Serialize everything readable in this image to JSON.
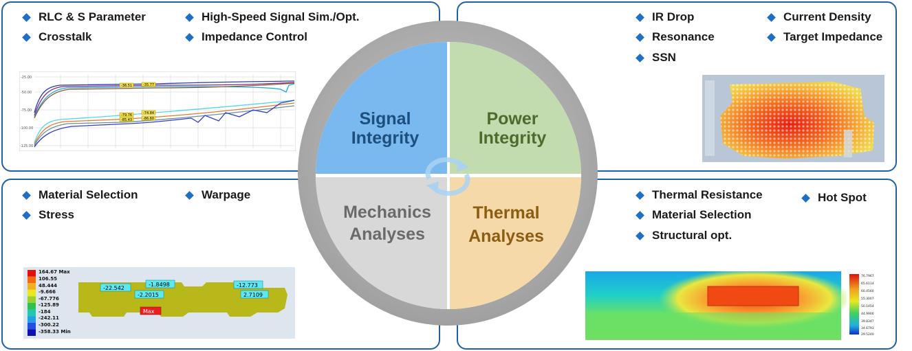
{
  "center": {
    "signal_line1": "Signal",
    "signal_line2": "Integrity",
    "power_line1": "Power",
    "power_line2": "Integrity",
    "mechanics_line1": "Mechanics",
    "mechanics_line2": "Analyses",
    "thermal_line1": "Thermal",
    "thermal_line2": "Analyses"
  },
  "signal_panel": {
    "bullets": [
      "RLC & S Parameter",
      "Crosstalk",
      "High-Speed Signal Sim./Opt.",
      "Impedance Control"
    ],
    "chart": {
      "y_ticks": [
        "-25.00",
        "-50.00",
        "-75.00",
        "-100.00",
        "-125.00"
      ],
      "markers": [
        "-36.51",
        "-35.77",
        "-79.76",
        "-74.84",
        "-85.43",
        "-86.60"
      ]
    }
  },
  "power_panel": {
    "bullets": [
      "IR Drop",
      "Resonance",
      "SSN",
      "Current Density",
      "Target Impedance"
    ]
  },
  "mechanics_panel": {
    "bullets": [
      "Material Selection",
      "Stress",
      "Warpage"
    ],
    "legend": [
      "164.67 Max",
      "106.55",
      "48.444",
      "-9.666",
      "-67.776",
      "-125.89",
      "-184",
      "-242.11",
      "-300.22",
      "-358.33 Min"
    ],
    "callouts": [
      "-22.542",
      "-1.8498",
      "-2.2015",
      "-12.773",
      "2.7109",
      "Max"
    ]
  },
  "thermal_panel": {
    "bullets": [
      "Thermal Resistance",
      "Material Selection",
      "Structural opt.",
      "Hot Spot"
    ],
    "legend": [
      "76.7967",
      "65.6114",
      "60.4560",
      "55.3007",
      "50.1454",
      "44.9900",
      "39.8347",
      "34.6793",
      "29.5240"
    ]
  },
  "colors": {
    "panel_border": "#1f5fa8",
    "bullet": "#1f6fc4",
    "signal": "#79b9ef",
    "power": "#c2dcaf",
    "mechanics": "#d8d8d8",
    "thermal": "#f6d9a8"
  },
  "icons": [
    "diamond-bullet-icon",
    "refresh-cycle-icon"
  ]
}
